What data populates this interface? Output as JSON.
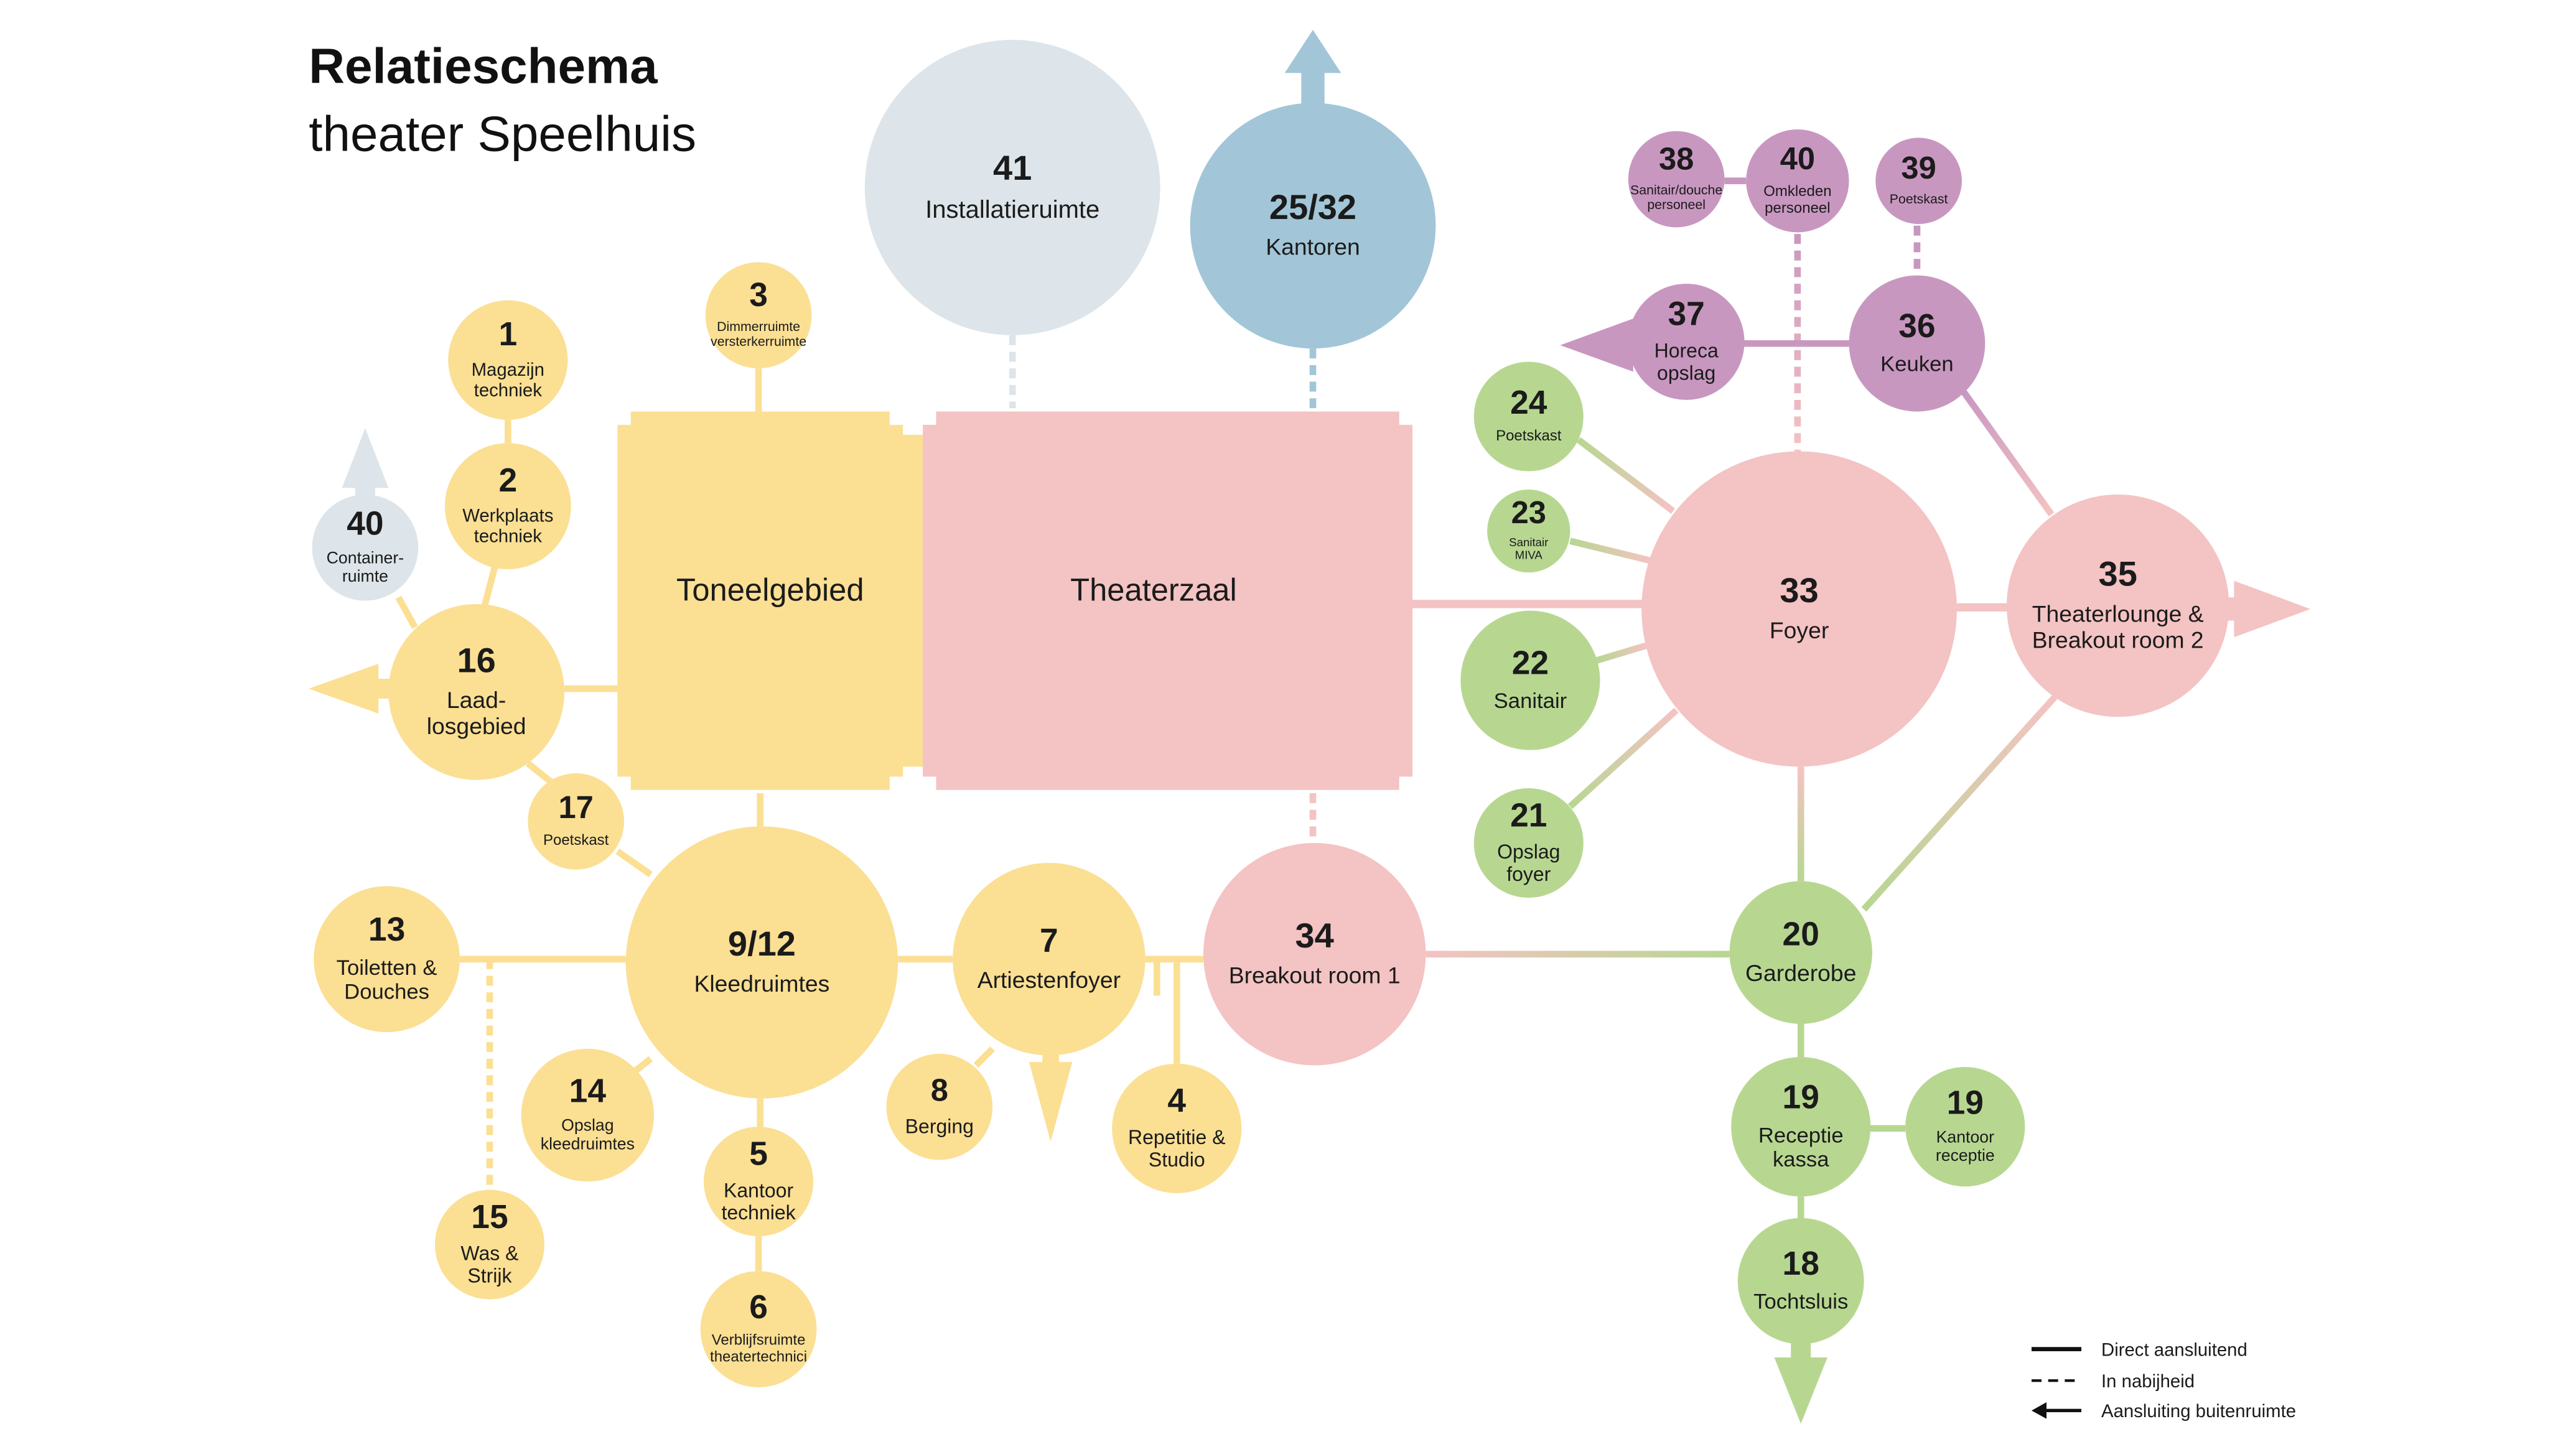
{
  "title": "Relatieschema",
  "subtitle": "theater Speelhuis",
  "colors": {
    "yellow": "#fbdf93",
    "pink": "#f4c3c3",
    "green": "#b7d791",
    "purple": "#c897c0",
    "grey": "#dde5ea",
    "blue": "#a2c6d8"
  },
  "blocks": {
    "toneelgebied": "Toneelgebied",
    "theaterzaal": "Theaterzaal"
  },
  "nodes": {
    "n1": {
      "num": "1",
      "lines": [
        "Magazijn",
        "techniek"
      ]
    },
    "n2": {
      "num": "2",
      "lines": [
        "Werkplaats",
        "techniek"
      ]
    },
    "n3": {
      "num": "3",
      "lines": [
        "Dimmerruimte",
        "versterkerruimte"
      ]
    },
    "n40c": {
      "num": "40",
      "lines": [
        "Container-",
        "ruimte"
      ]
    },
    "n16": {
      "num": "16",
      "lines": [
        "Laad-",
        "losgebied"
      ]
    },
    "n17": {
      "num": "17",
      "lines": [
        "Poetskast"
      ]
    },
    "n41": {
      "num": "41",
      "lines": [
        "Installatieruimte"
      ]
    },
    "n2532": {
      "num": "25/32",
      "lines": [
        "Kantoren"
      ]
    },
    "n13": {
      "num": "13",
      "lines": [
        "Toiletten &",
        "Douches"
      ]
    },
    "n912": {
      "num": "9/12",
      "lines": [
        "Kleedruimtes"
      ]
    },
    "n7": {
      "num": "7",
      "lines": [
        "Artiestenfoyer"
      ]
    },
    "n34": {
      "num": "34",
      "lines": [
        "Breakout room 1"
      ]
    },
    "n14": {
      "num": "14",
      "lines": [
        "Opslag",
        "kleedruimtes"
      ]
    },
    "n15": {
      "num": "15",
      "lines": [
        "Was &",
        "Strijk"
      ]
    },
    "n5": {
      "num": "5",
      "lines": [
        "Kantoor",
        "techniek"
      ]
    },
    "n6": {
      "num": "6",
      "lines": [
        "Verblijfsruimte",
        "theatertechnici"
      ]
    },
    "n8": {
      "num": "8",
      "lines": [
        "Berging"
      ]
    },
    "n4": {
      "num": "4",
      "lines": [
        "Repetitie &",
        "Studio"
      ]
    },
    "n38": {
      "num": "38",
      "lines": [
        "Sanitair/douche",
        "personeel"
      ]
    },
    "n40o": {
      "num": "40",
      "lines": [
        "Omkleden",
        "personeel"
      ]
    },
    "n39": {
      "num": "39",
      "lines": [
        "Poetskast"
      ]
    },
    "n37": {
      "num": "37",
      "lines": [
        "Horeca",
        "opslag"
      ]
    },
    "n36": {
      "num": "36",
      "lines": [
        "Keuken"
      ]
    },
    "n24": {
      "num": "24",
      "lines": [
        "Poetskast"
      ]
    },
    "n23": {
      "num": "23",
      "lines": [
        "Sanitair",
        "MIVA"
      ]
    },
    "n22": {
      "num": "22",
      "lines": [
        "Sanitair"
      ]
    },
    "n21": {
      "num": "21",
      "lines": [
        "Opslag",
        "foyer"
      ]
    },
    "n33": {
      "num": "33",
      "lines": [
        "Foyer"
      ]
    },
    "n35": {
      "num": "35",
      "lines": [
        "Theaterlounge &",
        "Breakout room 2"
      ]
    },
    "n20": {
      "num": "20",
      "lines": [
        "Garderobe"
      ]
    },
    "n19a": {
      "num": "19",
      "lines": [
        "Receptie",
        "kassa"
      ]
    },
    "n19b": {
      "num": "19",
      "lines": [
        "Kantoor",
        "receptie"
      ]
    },
    "n18": {
      "num": "18",
      "lines": [
        "Tochtsluis"
      ]
    }
  },
  "legend": {
    "solid": "Direct aansluitend",
    "dashed": "In nabijheid",
    "arrow": "Aansluiting buitenruimte"
  }
}
